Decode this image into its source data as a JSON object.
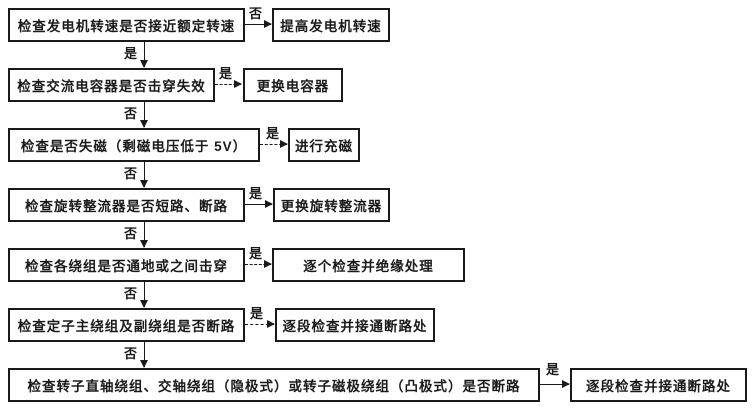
{
  "flow": {
    "title": "generator-no-output-troubleshooting-flowchart",
    "colors": {
      "ink": "#1a1a1a",
      "background": "#ffffff"
    },
    "rows": [
      {
        "check": "检查发电机转速是否接近额定转速",
        "branch_label": "否",
        "branch_style": "solid",
        "action": "提高发电机转速",
        "down_label": "是"
      },
      {
        "check": "检查交流电容器是否击穿失效",
        "branch_label": "是",
        "branch_style": "dashed",
        "action": "更换电容器",
        "down_label": "否"
      },
      {
        "check": "检查是否失磁（剩磁电压低于 5V）",
        "branch_label": "是",
        "branch_style": "dashed",
        "action": "进行充磁",
        "down_label": "否"
      },
      {
        "check": "检查旋转整流器是否短路、断路",
        "branch_label": "是",
        "branch_style": "solid",
        "action": "更换旋转整流器",
        "down_label": "否"
      },
      {
        "check": "检查各绕组是否通地或之间击穿",
        "branch_label": "是",
        "branch_style": "dashed",
        "action": "逐个检查并绝缘处理",
        "down_label": "否"
      },
      {
        "check": "检查定子主绕组及副绕组是否断路",
        "branch_label": "是",
        "branch_style": "dashed",
        "action": "逐段检查并接通断路处",
        "down_label": "否"
      },
      {
        "check": "检查转子直轴绕组、交轴绕组（隐极式）或转子磁极绕组（凸极式）是否断路",
        "branch_label": "是",
        "branch_style": "solid",
        "action": "逐段检查并接通断路处",
        "down_label": null
      }
    ]
  }
}
